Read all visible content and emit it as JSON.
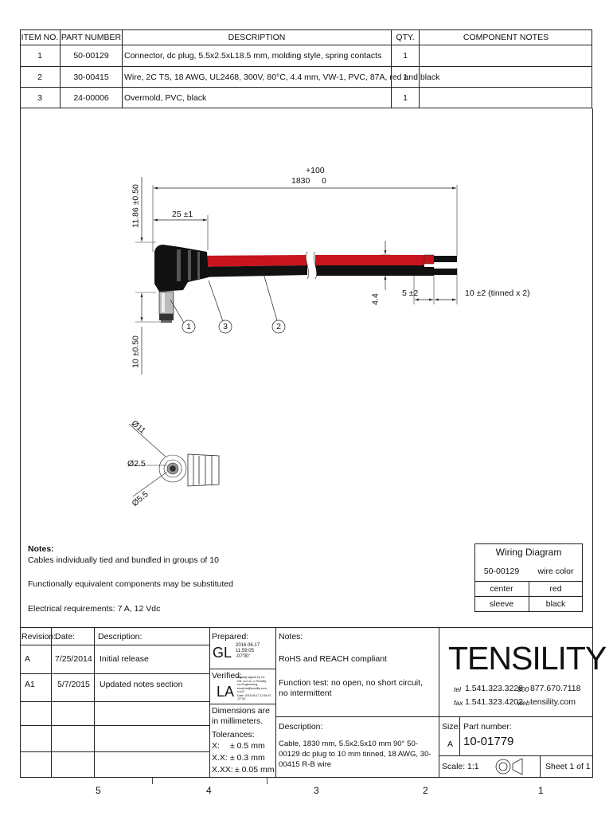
{
  "bom": {
    "headers": [
      "ITEM NO.",
      "PART NUMBER",
      "DESCRIPTION",
      "QTY.",
      "COMPONENT NOTES"
    ],
    "rows": [
      {
        "item": "1",
        "part": "50-00129",
        "desc": "Connector, dc plug, 5.5x2.5xL18.5 mm, molding style, spring contacts",
        "qty": "1",
        "notes": ""
      },
      {
        "item": "2",
        "part": "30-00415",
        "desc": "Wire, 2C TS, 18 AWG, UL2468, 300V, 80°C, 4.4 mm, VW-1, PVC, 87A, red and black",
        "qty": "1",
        "notes": ""
      },
      {
        "item": "3",
        "part": "24-00006",
        "desc": "Overmold, PVC, black",
        "qty": "1",
        "notes": ""
      }
    ]
  },
  "drawing": {
    "dim_length_tol": "+100",
    "dim_length": "1830",
    "dim_length_lower": "0",
    "dim_overmold": "25 ±1",
    "dim_height": "11.86 ±0.50",
    "dim_plug": "10 ±0.50",
    "dim_wire_od": "4.4",
    "dim_strip": "5 ±2",
    "dim_tinned": "10 ±2 (tinned x 2)",
    "balloons": [
      "1",
      "3",
      "2"
    ],
    "end_dia_outer": "Ø11",
    "end_dia_pin": "Ø2.5",
    "end_dia_sleeve": "Ø5.5",
    "colors": {
      "red_wire": "#c8141e",
      "black": "#111111"
    }
  },
  "notes": {
    "title": "Notes:",
    "lines": [
      "Cables individually tied and bundled in groups of 10",
      "Functionally equivalent components may be substituted",
      "Electrical requirements:  7 A, 12 Vdc"
    ]
  },
  "wiring": {
    "title": "Wiring Diagram",
    "col1": "50-00129",
    "col2": "wire color",
    "rows": [
      {
        "a": "center",
        "b": "red"
      },
      {
        "a": "sleeve",
        "b": "black"
      }
    ]
  },
  "title_block": {
    "rev_headers": {
      "revision": "Revision:",
      "date": "Date:",
      "description": "Description:"
    },
    "revisions": [
      {
        "rev": "A",
        "date": "7/25/2014",
        "desc": "Initial release"
      },
      {
        "rev": "A1",
        "date": "5/7/2015",
        "desc": "Updated notes section"
      }
    ],
    "prepared_label": "Prepared:",
    "prepared_initials": "GL",
    "prepared_stamp": [
      "2016.06.17",
      "11:59:05",
      "-07'00'"
    ],
    "verified_label": "Verified:",
    "verified_initials": "LA",
    "verified_stamp": [
      "Digitally signed by LA",
      "DN: cn=LA, o=Tensility,",
      "ou=Engineering,",
      "email=la@tensility.com,",
      "c=US",
      "Date: 2016.06.17 12:54:47",
      "-07'00'"
    ],
    "dimensions_note": "Dimensions are in millimeters.",
    "tolerances_label": "Tolerances:",
    "tolerances": [
      {
        "k": "X:",
        "v": "± 0.5 mm"
      },
      {
        "k": "X.X:",
        "v": "± 0.3 mm"
      },
      {
        "k": "X.XX:",
        "v": "± 0.05 mm"
      }
    ],
    "notes_label": "Notes:",
    "notes1": "RoHS and REACH compliant",
    "notes2": "Function test: no open, no short circuit, no intermittent",
    "description_label": "Description:",
    "description": "Cable, 1830 mm, 5.5x2.5x10 mm 90° 50-00129 dc plug to 10 mm tinned, 18 AWG, 30-00415 R-B wire",
    "company": "TENSILITY",
    "tel_label": "tel",
    "tel": "1.541.323.3228",
    "tollfree_label": "800",
    "tollfree": "877.670.7118",
    "fax_label": "fax",
    "fax": "1.541.323.4202",
    "web_label": "web",
    "web": "tensility.com",
    "size_label": "Size:",
    "size": "A",
    "part_label": "Part number:",
    "part_number": "10-01779",
    "scale_label": "Scale:",
    "scale": "1:1",
    "sheet": "Sheet 1 of 1"
  },
  "zones": [
    "5",
    "4",
    "3",
    "2",
    "1"
  ]
}
